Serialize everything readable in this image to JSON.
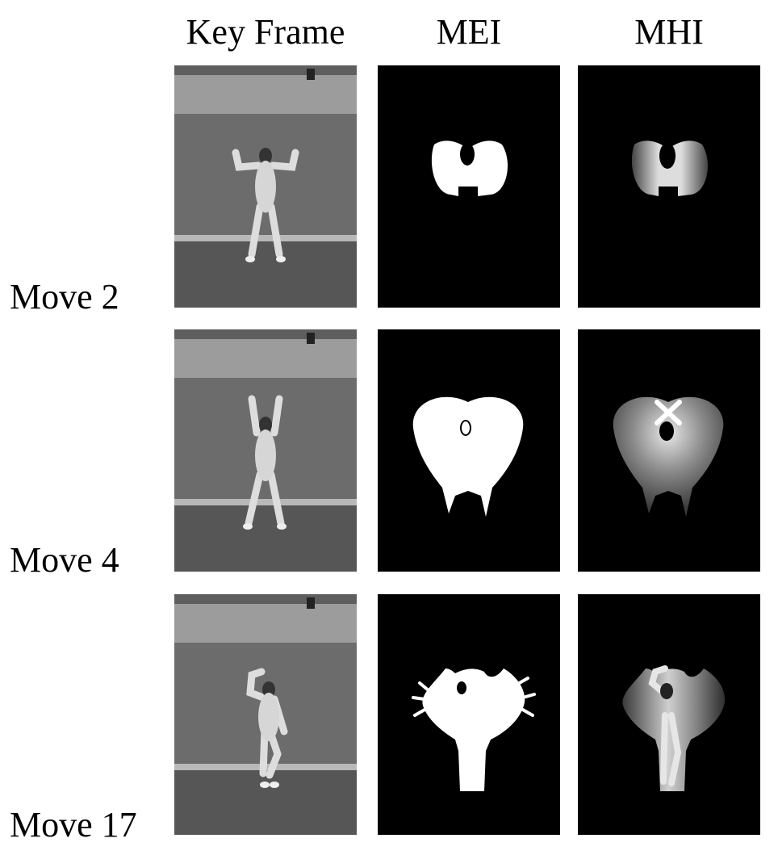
{
  "columns": [
    "Key Frame",
    "MEI",
    "MHI"
  ],
  "rows": [
    {
      "label": "Move 2",
      "pose": "arms-up-bent"
    },
    {
      "label": "Move 4",
      "pose": "arms-up-straight"
    },
    {
      "label": "Move 17",
      "pose": "one-arm-raised-leg-lifted"
    }
  ]
}
